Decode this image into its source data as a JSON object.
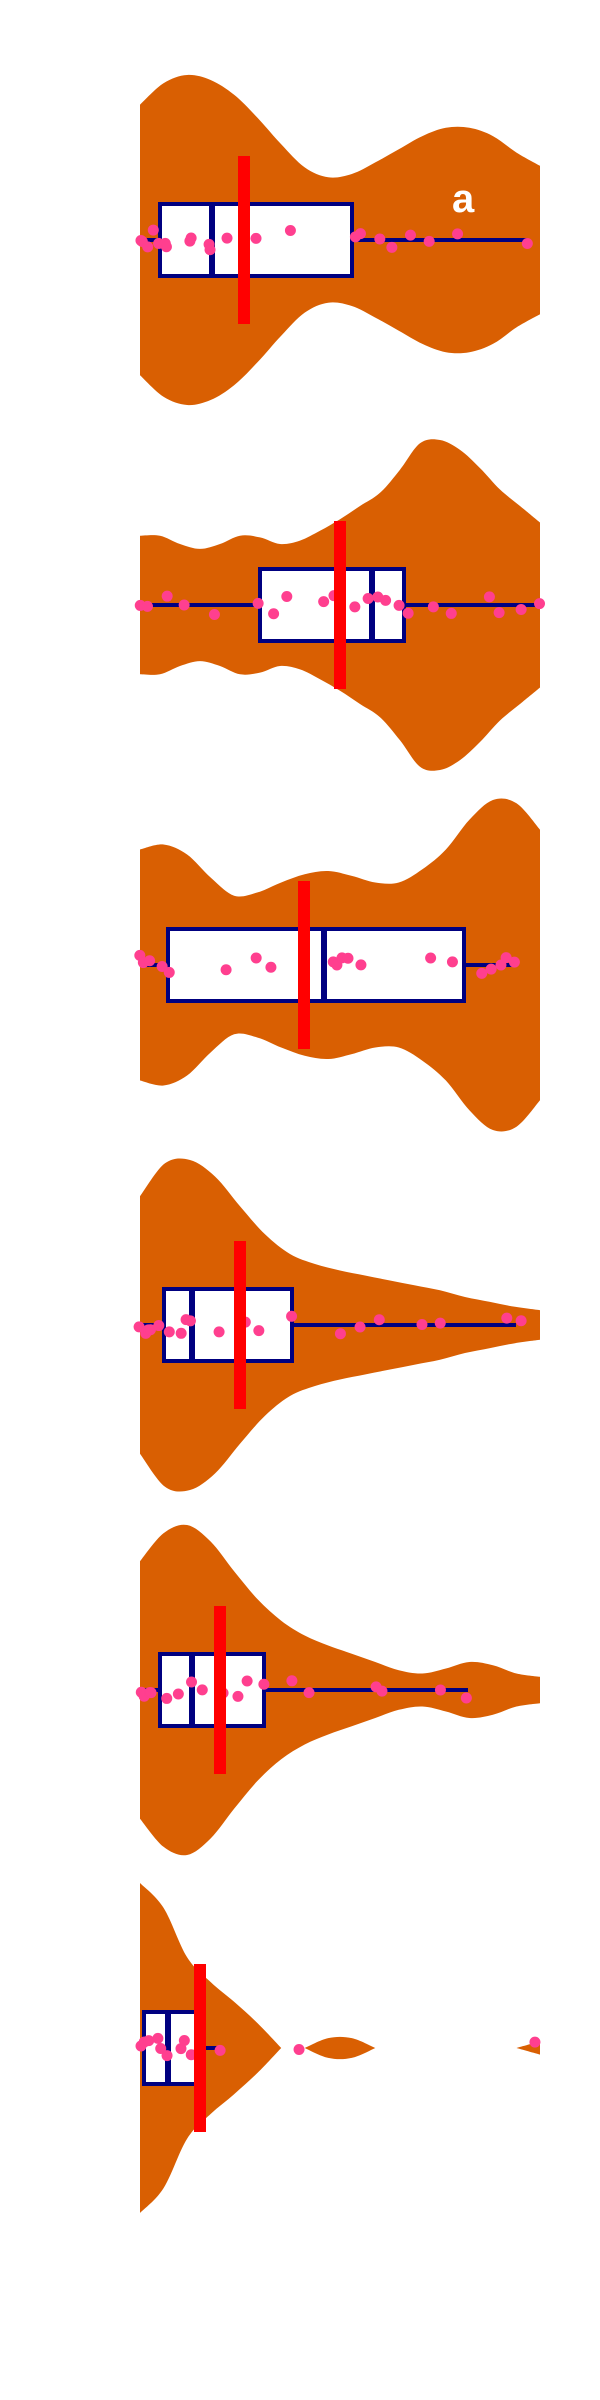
{
  "chart_data": {
    "type": "violin",
    "title": "",
    "xlabel": "",
    "ylabel": "",
    "annotation": "a",
    "orientation": "horizontal",
    "axes_visible": false,
    "grid": false,
    "colors": {
      "violin": "#d95f02",
      "box": "#000080",
      "box_fill": "#ffffff",
      "mean_line": "#ff0000",
      "points": "#ff3f8f",
      "annotation": "#ffffff"
    },
    "x_range": [
      0,
      1
    ],
    "series": [
      {
        "stats": {
          "min": 0.0,
          "q1": 0.05,
          "median": 0.18,
          "q3": 0.53,
          "max": 0.97,
          "mean": 0.26
        },
        "points": [
          0.0,
          0.01,
          0.02,
          0.03,
          0.05,
          0.06,
          0.07,
          0.12,
          0.13,
          0.17,
          0.18,
          0.22,
          0.26,
          0.29,
          0.38,
          0.54,
          0.55,
          0.6,
          0.63,
          0.68,
          0.72,
          0.79,
          0.97
        ],
        "density": [
          0.82,
          0.95,
          1.0,
          0.97,
          0.88,
          0.74,
          0.58,
          0.44,
          0.38,
          0.4,
          0.47,
          0.55,
          0.63,
          0.68,
          0.68,
          0.63,
          0.53,
          0.45
        ]
      },
      {
        "stats": {
          "min": 0.0,
          "q1": 0.3,
          "median": 0.58,
          "q3": 0.66,
          "max": 1.0,
          "mean": 0.5
        },
        "points": [
          0.0,
          0.02,
          0.07,
          0.11,
          0.19,
          0.3,
          0.33,
          0.37,
          0.46,
          0.48,
          0.54,
          0.57,
          0.59,
          0.61,
          0.65,
          0.67,
          0.73,
          0.78,
          0.87,
          0.9,
          0.95,
          1.0
        ],
        "density": [
          0.42,
          0.42,
          0.37,
          0.34,
          0.37,
          0.42,
          0.41,
          0.37,
          0.39,
          0.45,
          0.52,
          0.6,
          0.68,
          0.82,
          0.98,
          1.0,
          0.94,
          0.83,
          0.7,
          0.6,
          0.5
        ]
      },
      {
        "stats": {
          "min": 0.0,
          "q1": 0.07,
          "median": 0.46,
          "q3": 0.81,
          "max": 0.94,
          "mean": 0.41
        },
        "points": [
          0.0,
          0.01,
          0.02,
          0.06,
          0.07,
          0.22,
          0.29,
          0.33,
          0.41,
          0.48,
          0.49,
          0.5,
          0.52,
          0.55,
          0.73,
          0.78,
          0.85,
          0.88,
          0.9,
          0.92,
          0.94
        ],
        "density": [
          0.7,
          0.73,
          0.67,
          0.53,
          0.42,
          0.44,
          0.5,
          0.55,
          0.57,
          0.54,
          0.5,
          0.5,
          0.58,
          0.7,
          0.88,
          1.0,
          0.98,
          0.82
        ]
      },
      {
        "stats": {
          "min": 0.0,
          "q1": 0.06,
          "median": 0.13,
          "q3": 0.38,
          "max": 0.94,
          "mean": 0.25
        },
        "points": [
          0.0,
          0.01,
          0.02,
          0.03,
          0.05,
          0.07,
          0.1,
          0.12,
          0.13,
          0.2,
          0.26,
          0.3,
          0.38,
          0.5,
          0.55,
          0.6,
          0.7,
          0.75,
          0.92,
          0.95
        ],
        "density": [
          0.78,
          0.98,
          1.0,
          0.9,
          0.72,
          0.55,
          0.43,
          0.37,
          0.33,
          0.3,
          0.27,
          0.24,
          0.21,
          0.17,
          0.14,
          0.11,
          0.09
        ]
      },
      {
        "stats": {
          "min": 0.0,
          "q1": 0.05,
          "median": 0.13,
          "q3": 0.31,
          "max": 0.82,
          "mean": 0.2
        },
        "points": [
          0.0,
          0.01,
          0.02,
          0.03,
          0.07,
          0.1,
          0.13,
          0.16,
          0.2,
          0.21,
          0.24,
          0.27,
          0.31,
          0.38,
          0.42,
          0.59,
          0.6,
          0.75,
          0.82
        ],
        "density": [
          0.78,
          0.95,
          1.0,
          0.9,
          0.72,
          0.55,
          0.42,
          0.33,
          0.27,
          0.22,
          0.17,
          0.12,
          0.1,
          0.13,
          0.17,
          0.15,
          0.1,
          0.08
        ]
      },
      {
        "stats": {
          "min": 0.0,
          "q1": 0.01,
          "median": 0.07,
          "q3": 0.14,
          "max": 0.2,
          "mean": 0.15
        },
        "points": [
          0.0,
          0.01,
          0.02,
          0.04,
          0.05,
          0.07,
          0.1,
          0.11,
          0.13,
          0.14,
          0.2,
          0.4,
          0.99
        ],
        "density": [
          1.0,
          0.85,
          0.55,
          0.4,
          0.28,
          0.15,
          0.0,
          0.0,
          0.06,
          0.06,
          0.0,
          0.0,
          0.0,
          0.0,
          0.0,
          0.0,
          0.0,
          0.04
        ]
      }
    ]
  }
}
